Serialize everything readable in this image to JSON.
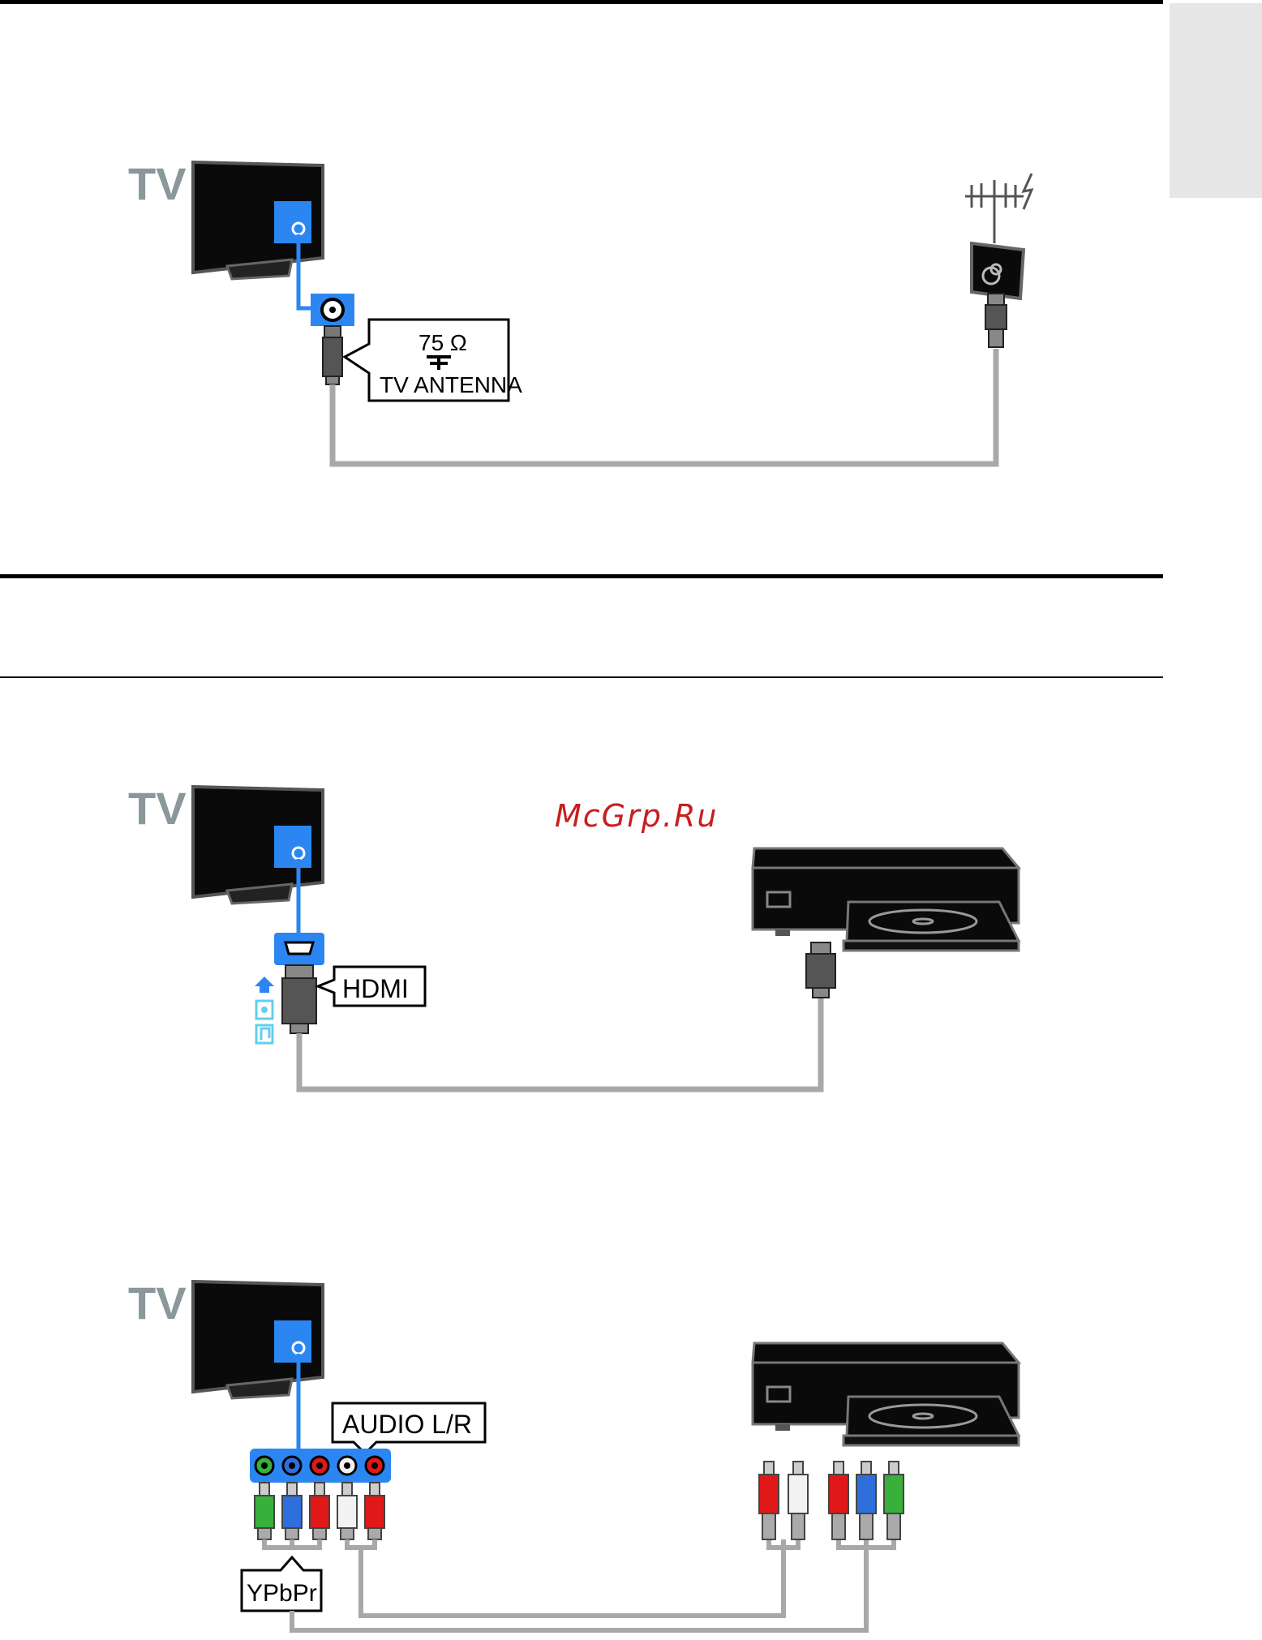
{
  "watermark": "McGrp.Ru",
  "diagrams": [
    {
      "id": "antenna",
      "tv_label": "TV",
      "port_label_line1": "75 Ω",
      "port_label_line2": "TV ANTENNA"
    },
    {
      "id": "hdmi",
      "tv_label": "TV",
      "port_label": "HDMI"
    },
    {
      "id": "component",
      "tv_label": "TV",
      "audio_label": "AUDIO L/R",
      "video_label": "YPbPr"
    }
  ],
  "colors": {
    "port_blue": "#2b86f2",
    "cable_grey": "#a8a8a8",
    "tv_black": "#0a0a0a",
    "plug_green": "#38b03a",
    "plug_blue": "#2f6fdc",
    "plug_red": "#e01818",
    "plug_white": "#f2f2f2",
    "tab_grey": "#e6e6e6",
    "watermark_red": "#c81e1e",
    "hdmi_icons_cyan": "#5fd0f0"
  }
}
